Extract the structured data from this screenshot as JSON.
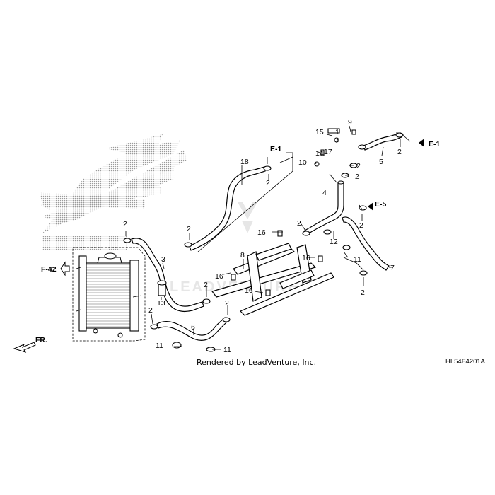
{
  "diagram": {
    "credit": "Rendered by LeadVenture, Inc.",
    "code": "HL54F4201A",
    "watermark": "LEADVENTURE"
  },
  "refs": {
    "f42": "F-42",
    "e1": "E-1",
    "e5": "E-5",
    "fr": "FR."
  },
  "callouts": {
    "c1": "1",
    "c2": "2",
    "c3": "3",
    "c4": "4",
    "c5": "5",
    "c6": "6",
    "c7": "7",
    "c8": "8",
    "c9": "9",
    "c10": "10",
    "c11": "11",
    "c12": "12",
    "c13": "13",
    "c14": "14",
    "c15": "15",
    "c16": "16",
    "c17": "17",
    "c18": "18"
  }
}
